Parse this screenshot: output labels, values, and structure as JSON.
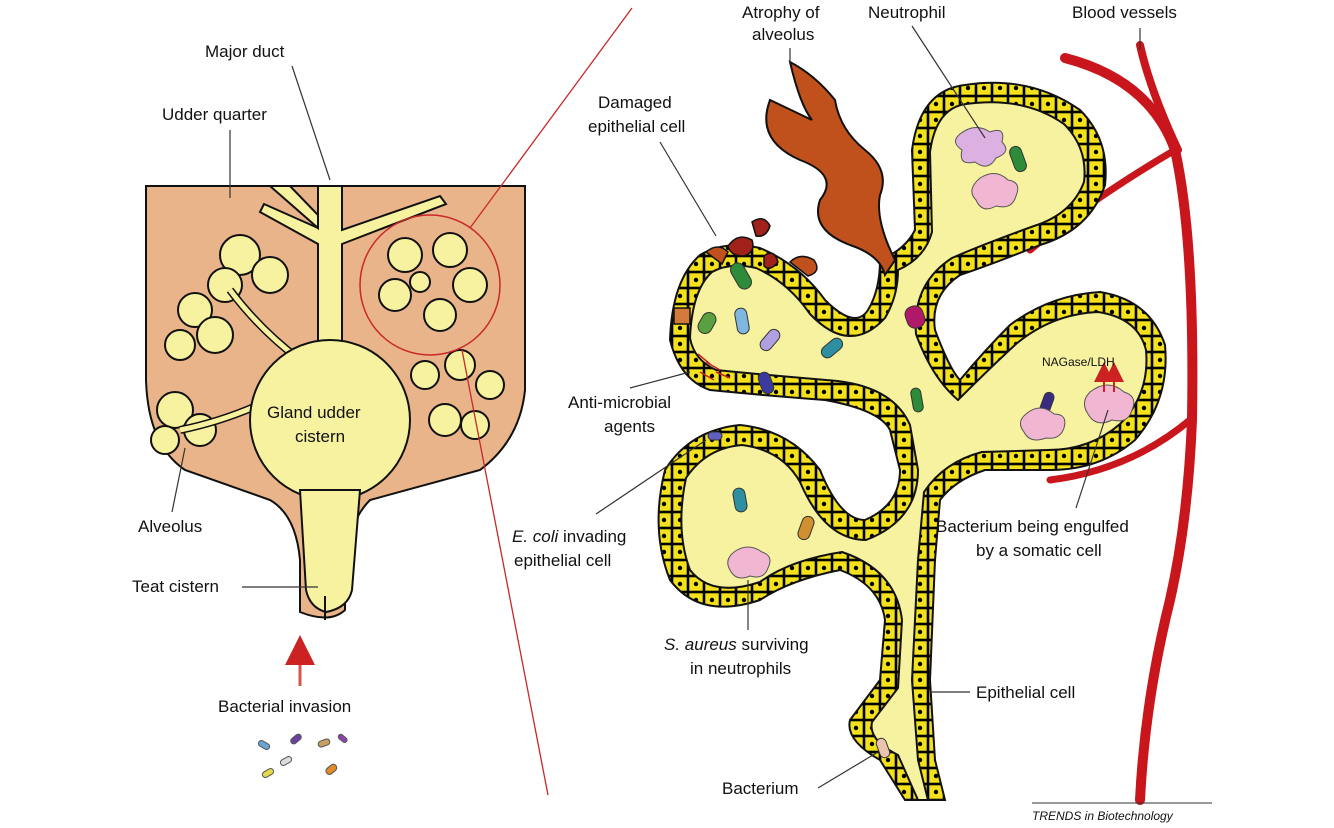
{
  "labels": {
    "major_duct": "Major duct",
    "udder_quarter": "Udder quarter",
    "gland_cistern_1": "Gland udder",
    "gland_cistern_2": "cistern",
    "alveolus": "Alveolus",
    "teat_cistern": "Teat cistern",
    "bacterial_invasion": "Bacterial invasion",
    "atrophy_1": "Atrophy of",
    "atrophy_2": "alveolus",
    "neutrophil": "Neutrophil",
    "blood_vessels": "Blood vessels",
    "damaged_1": "Damaged",
    "damaged_2": "epithelial cell",
    "antimicrobial_1": "Anti-microbial",
    "antimicrobial_2": "agents",
    "ecoli_italic": "E. coli",
    "ecoli_rest": " invading",
    "ecoli_2": "epithelial cell",
    "saureus_italic": "S. aureus",
    "saureus_rest": " surviving",
    "saureus_2": "in neutrophils",
    "nagase": "NAGase/LDH",
    "engulfed_1": "Bacterium being engulfed",
    "engulfed_2": "by a somatic cell",
    "epithelial_cell": "Epithelial cell",
    "bacterium": "Bacterium",
    "credit": "TRENDS in Biotechnology"
  },
  "colors": {
    "udder_tissue": "#e9b48a",
    "gland_yellow": "#f7f2a0",
    "epithelium_yellow": "#f2e11c",
    "blood_red": "#c8161c",
    "atrophy_brown": "#c0501c",
    "zoom_line": "#c8282a",
    "invasion_arrow": "#d9534f",
    "neutrophil_pink": "#f0b6d2"
  }
}
